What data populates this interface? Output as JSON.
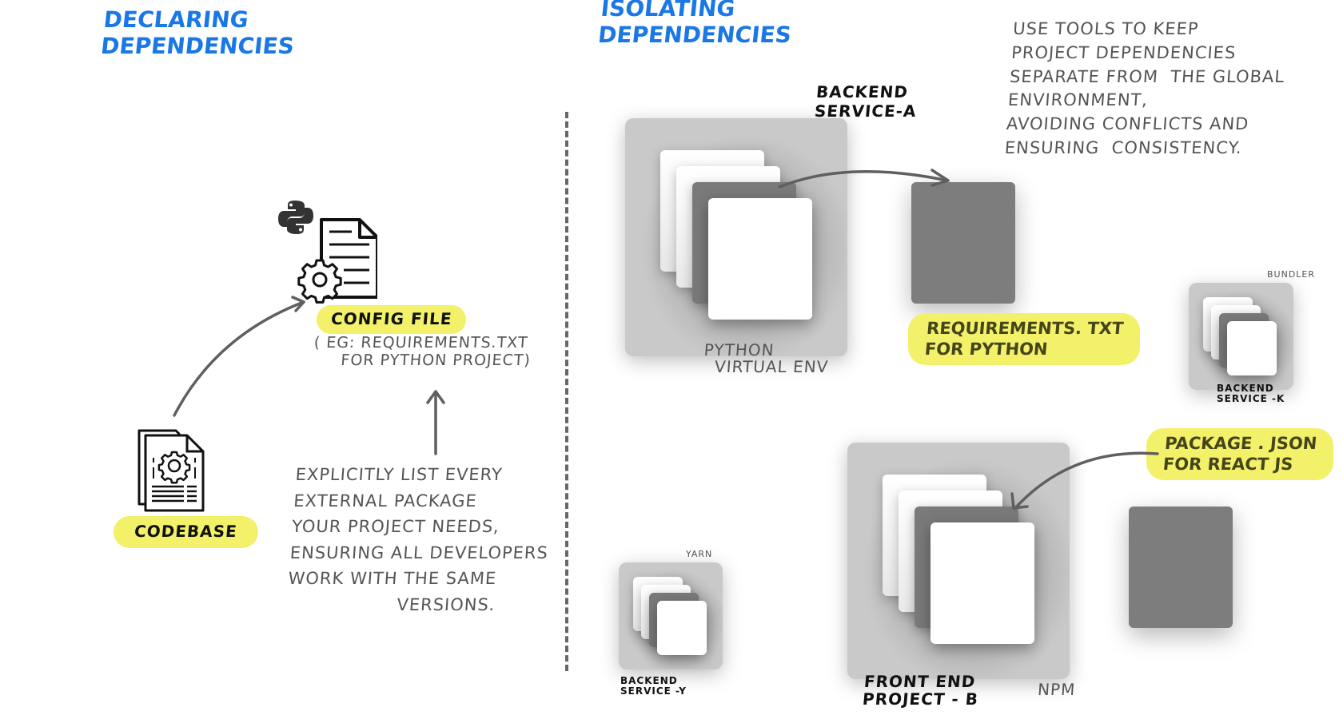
{
  "left_section": {
    "title": "Declaring\nDependencies",
    "codebase": {
      "icon": "codebase-document-gear-icon",
      "label": "Codebase"
    },
    "config_file": {
      "icons": [
        "python-logo-icon",
        "config-document-gear-icon"
      ],
      "label": "Config File",
      "example": "( EG: requirements.txt\n     for python project)"
    },
    "explanation": "Explicitly list every\nExternal package\nYour project needs,\nEnsuring all developers\nWork with the same\n                  versions."
  },
  "right_section": {
    "title": "Isolating\nDependencies",
    "description": "Use tools to keep\nproject dependencies\nseparate from  the global\nenvironment,\nAvoiding conflicts and\nEnsuring  consistency.",
    "backend_service_a": {
      "label": "Backend\nService-A",
      "env_label": "Python\n  Virtual env",
      "manifest_label": "requirements. txt\nfor python"
    },
    "backend_service_k": {
      "tool_label": "Bundler",
      "label": "Backend\nService -K"
    },
    "backend_service_y": {
      "tool_label": "Yarn",
      "label": "Backend\nService -Y"
    },
    "frontend_project_b": {
      "label": "Front end\nProject - B",
      "tool_label": "NPM",
      "manifest_label": "Package . json\nfor React js"
    }
  },
  "colors": {
    "title_blue": "#1a78e6",
    "highlight_yellow": "#f3f06a",
    "note_gray": "#555555",
    "env_box": "#c9c9c9",
    "dark_card": "#7a7a7a"
  }
}
